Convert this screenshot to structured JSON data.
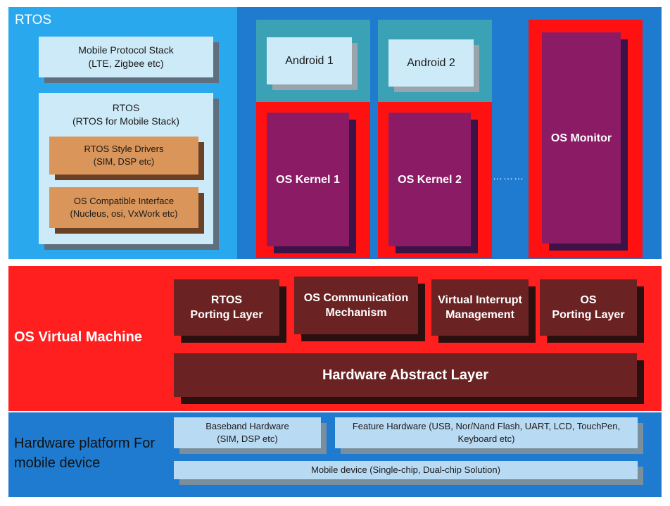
{
  "rtos_section": {
    "title": "RTOS",
    "protocol_stack": {
      "line1": "Mobile Protocol Stack",
      "line2": "(LTE, Zigbee etc)"
    },
    "rtos_box": {
      "line1": "RTOS",
      "line2": "(RTOS for Mobile Stack)"
    },
    "drivers": {
      "line1": "RTOS Style Drivers",
      "line2": "(SIM, DSP etc)"
    },
    "os_interface": {
      "line1": "OS Compatible Interface",
      "line2": "(Nucleus, osi, VxWork etc)"
    }
  },
  "guest_section": {
    "android1": "Android 1",
    "android2": "Android 2",
    "kernel1": "OS Kernel 1",
    "kernel2": "OS Kernel 2",
    "ellipsis": "………",
    "os_monitor": "OS Monitor"
  },
  "ovm_section": {
    "title": "OS Virtual Machine",
    "rtos_porting": {
      "line1": "RTOS",
      "line2": "Porting Layer"
    },
    "os_comm": {
      "line1": "OS Communication",
      "line2": "Mechanism"
    },
    "virt_irq": {
      "line1": "Virtual Interrupt",
      "line2": "Management"
    },
    "os_porting": {
      "line1": "OS",
      "line2": "Porting Layer"
    },
    "hal": "Hardware Abstract Layer"
  },
  "hw_section": {
    "title_line1": "Hardware platform For",
    "title_line2": "mobile device",
    "baseband": {
      "line1": "Baseband Hardware",
      "line2": "(SIM, DSP etc)"
    },
    "feature": {
      "line1": "Feature Hardware (USB, Nor/Nand Flash, UART, LCD, TouchPen,",
      "line2": "Keyboard etc)"
    },
    "mobile_device": "Mobile device (Single-chip, Dual-chip Solution)"
  },
  "colors": {
    "rtos_bg": "#2aa8ee",
    "guest_bg": "#1e7bd0",
    "ovm_bg": "#ff1f1f",
    "kernel_purple": "#8c1b66",
    "layer_maroon": "#6b2222",
    "driver_orange": "#d9955a"
  }
}
